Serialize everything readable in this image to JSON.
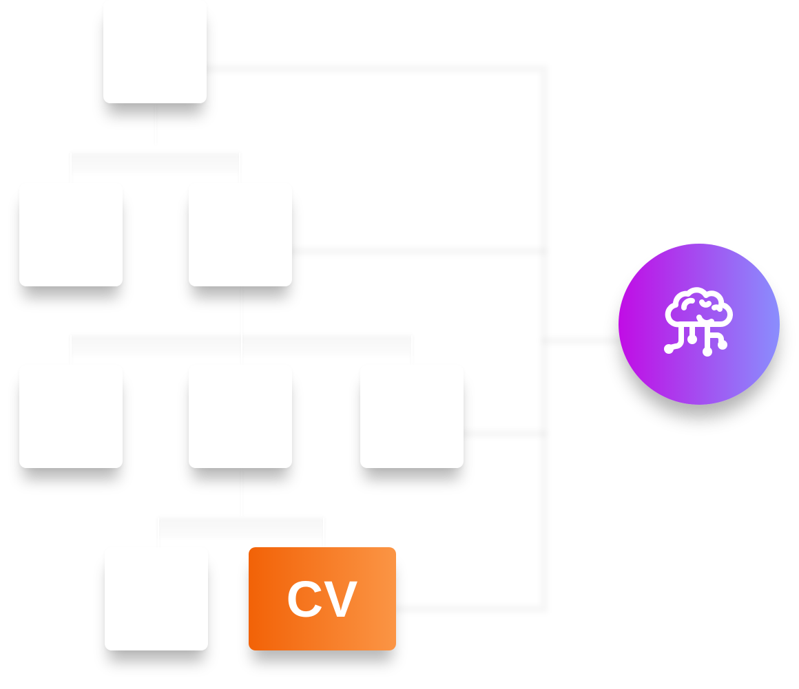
{
  "diagram": {
    "title": "",
    "nodes": [
      {
        "id": "n1",
        "label": "",
        "level": 1
      },
      {
        "id": "n2",
        "label": "",
        "level": 2
      },
      {
        "id": "n3",
        "label": "",
        "level": 2
      },
      {
        "id": "n4",
        "label": "",
        "level": 3
      },
      {
        "id": "n5",
        "label": "",
        "level": 3
      },
      {
        "id": "n6",
        "label": "",
        "level": 3
      },
      {
        "id": "n7",
        "label": "",
        "level": 4
      },
      {
        "id": "cv",
        "label": "CV",
        "level": 4,
        "highlighted": true
      }
    ],
    "edges": [
      {
        "from": "n1",
        "to": "n2"
      },
      {
        "from": "n1",
        "to": "n3"
      },
      {
        "from": "n3",
        "to": "n4"
      },
      {
        "from": "n3",
        "to": "n5"
      },
      {
        "from": "n3",
        "to": "n6"
      },
      {
        "from": "n5",
        "to": "n7"
      },
      {
        "from": "n5",
        "to": "cv"
      }
    ],
    "ai_badge": {
      "icon": "cloud-circuit-icon",
      "label": ""
    },
    "cv_card": {
      "label": "CV"
    }
  },
  "colors": {
    "background": "#ffffff",
    "node_fill": "#ffffff",
    "cv_gradient_start": "#f26207",
    "cv_gradient_end": "#fb9545",
    "badge_gradient_start": "#c10ce5",
    "badge_gradient_end": "#8a8efd",
    "icon_color": "#ffffff"
  }
}
